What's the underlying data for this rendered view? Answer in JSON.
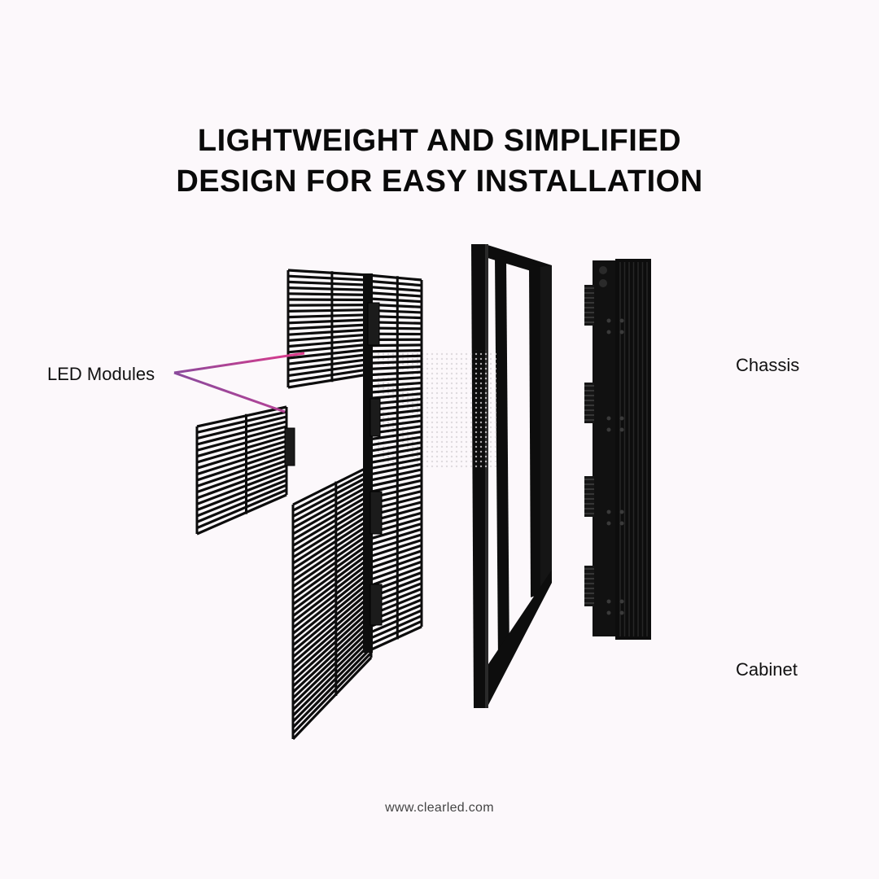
{
  "headline": {
    "line1": "LIGHTWEIGHT AND SIMPLIFIED",
    "line2": "DESIGN FOR EASY INSTALLATION"
  },
  "callouts": {
    "led_modules": "LED Modules",
    "chassis": "Chassis",
    "cabinet": "Cabinet"
  },
  "footer": {
    "url": "www.clearled.com"
  },
  "colors": {
    "background": "#fcf8fb",
    "pink": "#e0398a",
    "purple": "#8a4a9c",
    "product_black": "#0d0d0d"
  }
}
